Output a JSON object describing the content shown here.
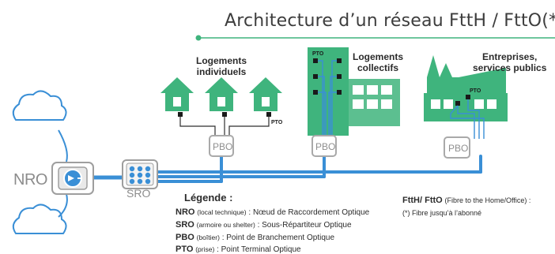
{
  "title": "Architecture d’un réseau FttH / FttO(*)",
  "categories": {
    "individual": "Logements\nindividuels",
    "collective": "Logements\ncollectifs",
    "business": "Entreprises,\nservices publics"
  },
  "labels": {
    "nro": "NRO",
    "sro": "SRO",
    "pbo": "PBO",
    "pto": "PTO"
  },
  "legend": {
    "title": "Légende :",
    "items": [
      {
        "abbr": "NRO",
        "note": "(local technique)",
        "desc": ": Nœud de Raccordement Optique"
      },
      {
        "abbr": "SRO",
        "note": "(armoire ou shelter)",
        "desc": ": Sous-Répartiteur Optique"
      },
      {
        "abbr": "PBO",
        "note": "(boîtier)",
        "desc": ": Point de Branchement Optique"
      },
      {
        "abbr": "PTO",
        "note": "(prise)",
        "desc": ": Point Terminal Optique"
      }
    ]
  },
  "ftth": {
    "abbr": "FttH/ FttO",
    "desc": "(Fibre to the Home/Office) :",
    "note": "(*) Fibre jusqu’à l’abonné"
  },
  "colors": {
    "green": "#3fb47d",
    "blue": "#3a8fd6",
    "gray": "#a9a9a9"
  }
}
